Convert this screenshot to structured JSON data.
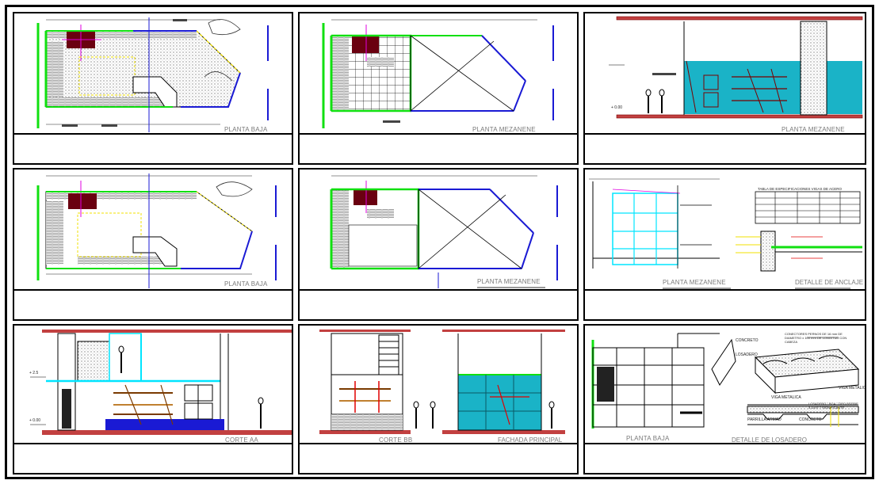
{
  "sheet": {
    "name": "architectural-drawing-sheet"
  },
  "panels": [
    {
      "id": "p1",
      "title": "PLANTA BAJA"
    },
    {
      "id": "p2",
      "title": "PLANTA MEZANENE"
    },
    {
      "id": "p3",
      "title": "PLANTA MEZANENE"
    },
    {
      "id": "p4",
      "title": "PLANTA BAJA"
    },
    {
      "id": "p5",
      "title": "PLANTA MEZANENE"
    },
    {
      "id": "p6",
      "title": "PLANTA MEZANENE",
      "title2": "DETALLE DE ANCLAJE",
      "table_title": "TABLA DE ESPECIFICACIONES VIGAS DE ACERO"
    },
    {
      "id": "p7",
      "title": "CORTE AA"
    },
    {
      "id": "p8",
      "title": "CORTE BB",
      "title2": "FACHADA PRINCIPAL"
    },
    {
      "id": "p9",
      "title": "PLANTA BAJA",
      "title2": "DETALLE DE LOSADERO"
    }
  ],
  "levels": {
    "ground": "+ 0.00",
    "upper": "+ 2.5"
  },
  "detail_labels": {
    "concreto": "CONCRETO",
    "losadero": "LOSADERO",
    "viga_metalica": "VIGA METALICA",
    "parrilla_armad": "PARRILLA ARMAD",
    "conectores": "CONECTORES PERNOS DE 16 mm DE DIAMETRO x 100 mm DE LONGITUD CON CABEZA",
    "losadero_note": "LOSADERO \" BGA \" TIPO BSERIE 3 1/4 E 7 SIGNIFICANTE"
  },
  "colors": {
    "wall_green": "#10e010",
    "facade_blue": "#1a1ad4",
    "magenta": "#e000e0",
    "dark_red": "#7a0000",
    "cyan": "#00e5ff",
    "teal_glass": "#1ab3c7",
    "yellow": "#f0e000",
    "red": "#e00000",
    "title_gray": "#7a7a7a"
  }
}
